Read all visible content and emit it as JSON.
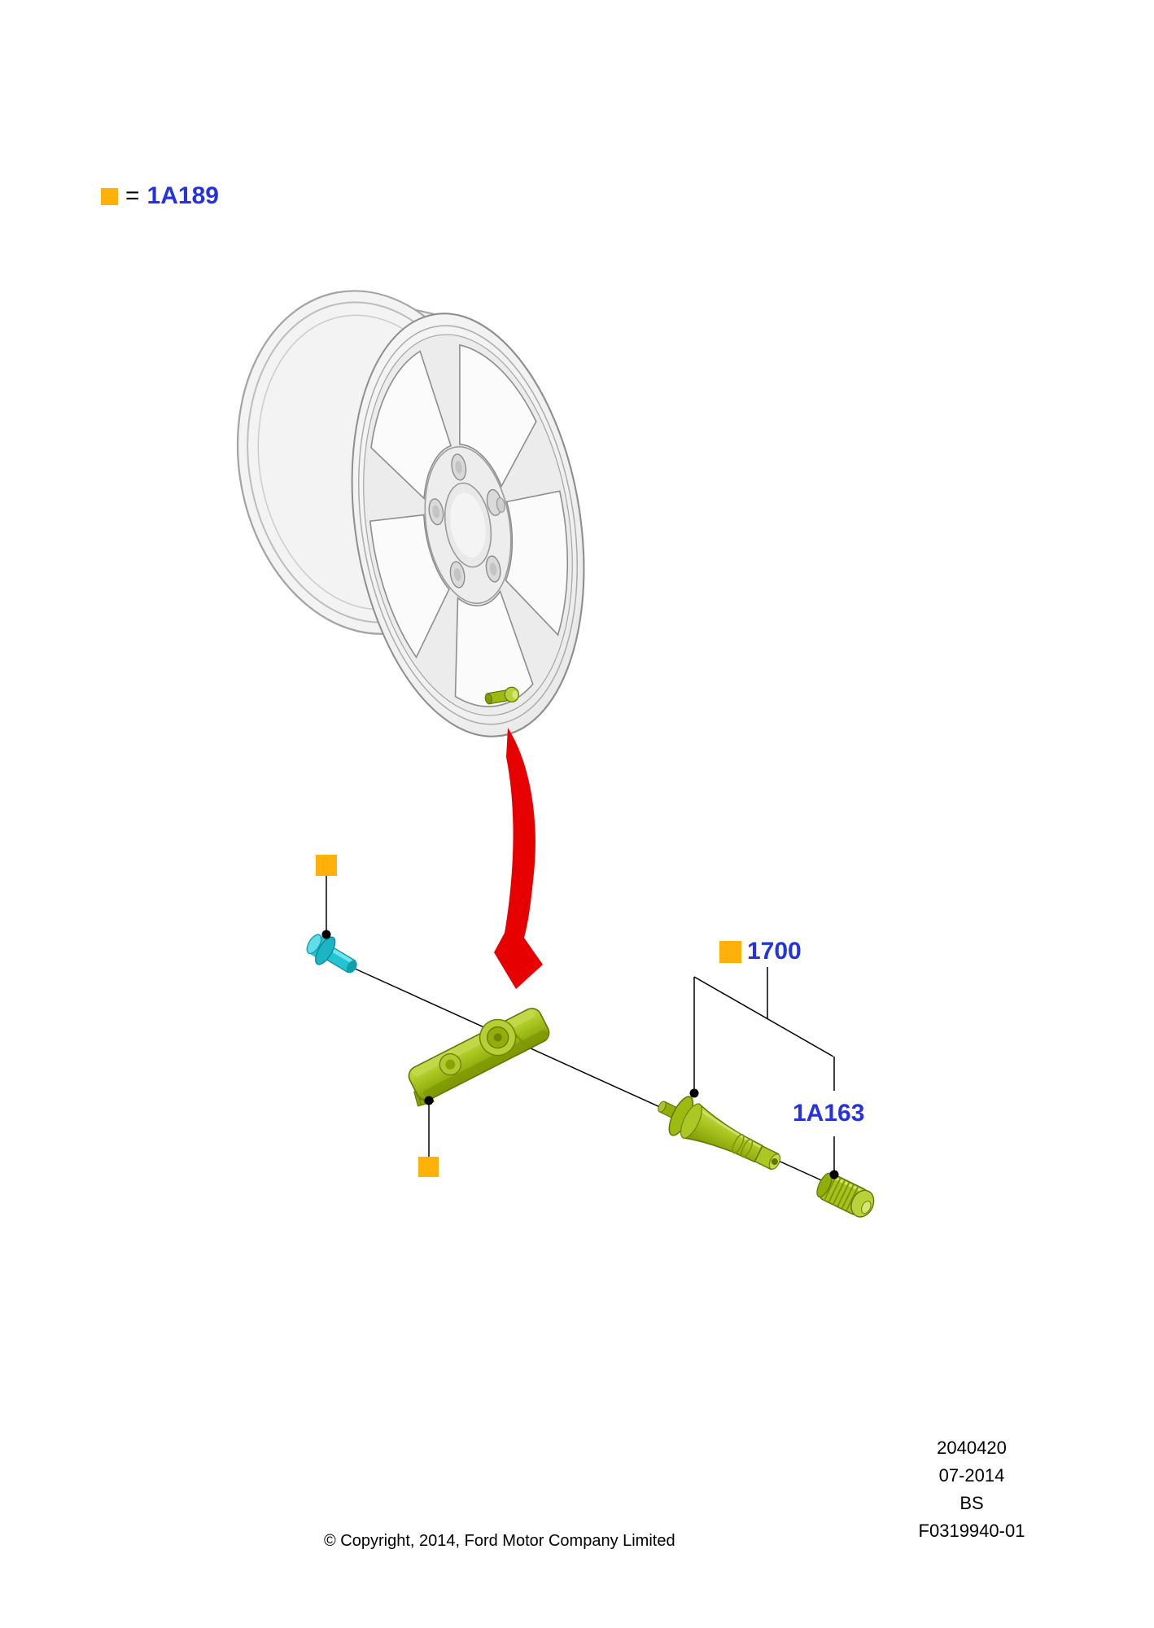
{
  "legend": {
    "marker_icon": "orange-square-icon",
    "equals_sign": "=",
    "part_code": "1A189"
  },
  "callouts": {
    "valve_group_code": "1700",
    "valve_cap_code": "1A163",
    "screw_marker_icon": "orange-square-icon",
    "sensor_marker_icon": "orange-square-icon",
    "group_marker_icon": "orange-square-icon"
  },
  "footer": {
    "doc_number": "2040420",
    "date": "07-2014",
    "revision": "BS",
    "figure_id": "F0319940-01",
    "copyright": "© Copyright, 2014, Ford Motor Company Limited"
  },
  "colors": {
    "background": "#FFFFFF",
    "marker_orange": "#FFB10A",
    "label_blue": "#2433DD",
    "arrow_red": "#E60000",
    "part_green": "#A6C21D",
    "part_green_dark": "#5F7500",
    "part_cyan": "#24C3D2",
    "leader_line_black": "#000000",
    "wheel_gray": "#EDEDED"
  }
}
